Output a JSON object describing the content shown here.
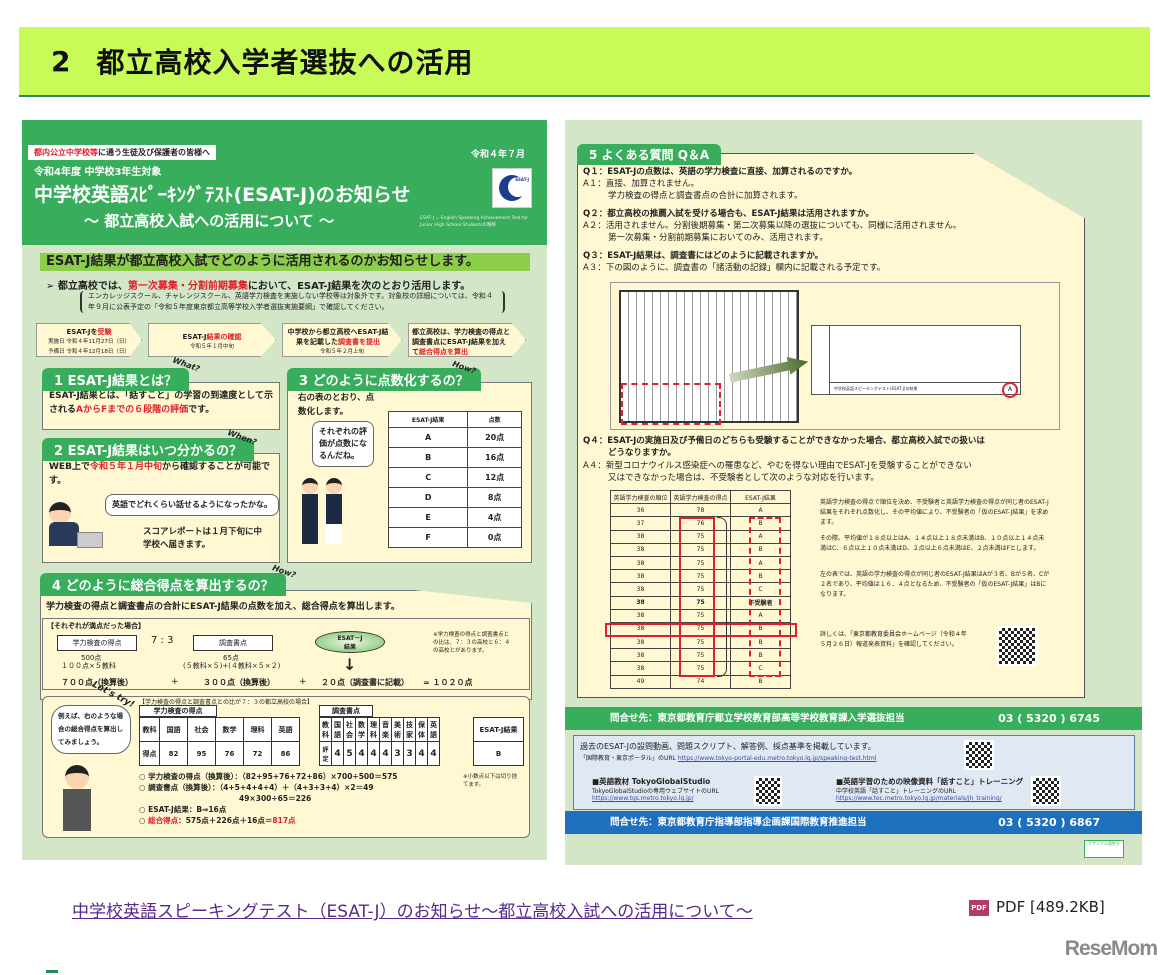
{
  "section": {
    "number": "2",
    "title": "都立高校入学者選抜への活用"
  },
  "left_page": {
    "audience_red": "都内公立中学校等",
    "audience_rest": "に通う生徒及び保護者の皆様へ",
    "date": "令和４年７月",
    "grade": "令和4年度 中学校3年生対象",
    "title": "中学校英語ｽﾋﾟｰｷﾝｸﾞﾃｽﾄ(ESAT-J)のお知らせ",
    "subtitle": "～ 都立高校入試への活用について ～",
    "logo_text": "ESAT-J",
    "english_note": "ESAT-J = English Speaking Achievement Test for Junior High School Studentsの略称",
    "banner": "ESAT-J結果が都立高校入試でどのように活用されるのかお知らせします。",
    "intro_pre": "➢ 都立高校では、",
    "intro_red": "第一次募集・分割前期募集",
    "intro_post": "において、ESAT-J結果を次のとおり活用します。",
    "note": "エンカレッジスクール、チャレンジスクール、英語学力検査を実施しない学校等は対象外です。対象校の詳細については、令和４年９月に公表予定の「令和５年度東京都立高等学校入学者選抜実施要綱」で確認してください。",
    "flow": [
      {
        "pre": "ESAT-Jを",
        "red": "受験",
        "line2": "実施日 令和４年11月27日（日）",
        "line3": "予備日 令和４年12月18日（日）"
      },
      {
        "pre": "ESAT-J",
        "red": "結果の確認",
        "line2": "令和５年１月中旬",
        "line3": ""
      },
      {
        "pre": "中学校から都立高校へESAT-J結果を記載した",
        "red": "調査書を提出",
        "line2": "令和５年２月上旬",
        "line3": ""
      },
      {
        "pre": "都立高校は、学力検査の得点と調査書点にESAT-J結果を加えて",
        "red": "総合得点を算出",
        "line2": "",
        "line3": ""
      }
    ],
    "q1": {
      "tab": "1 ESAT-J結果とは？",
      "tag": "What?",
      "text_pre": "ESAT-J結果とは、「話すこと」の学習の到達度として示される",
      "text_red": "AからFまでの６段階の評価",
      "text_post": "です。"
    },
    "q2": {
      "tab": "2 ESAT-J結果はいつ分かるの？",
      "tag": "When?",
      "text_pre": "WEB上で",
      "text_red": "令和５年１月中旬",
      "text_post": "から確認することが可能です。",
      "bubble": "英語でどれくらい話せるようになったかな。",
      "note": "スコアレポートは１月下旬に中学校へ届きます。"
    },
    "q3": {
      "tab": "3 どのように点数化するの？",
      "tag": "How?",
      "text": "右の表のとおり、点数化します。",
      "bubble": "それぞれの評価が点数になるんだね。",
      "table_headers": [
        "ESAT-J結果",
        "点数"
      ],
      "table_rows": [
        [
          "A",
          "20点"
        ],
        [
          "B",
          "16点"
        ],
        [
          "C",
          "12点"
        ],
        [
          "D",
          "8点"
        ],
        [
          "E",
          "4点"
        ],
        [
          "F",
          "0点"
        ]
      ]
    },
    "q4": {
      "tab": "4 どのように総合得点を算出するの？",
      "tag": "How?",
      "text": "学力検査の得点と調査書点の合計にESAT-J結果の点数を加え、総合得点を算出します。",
      "caption": "【それぞれが満点だった場合】",
      "box1": "学力検査の得点",
      "ratio": "7 : 3",
      "box2": "調査書点",
      "oval_l1": "ESAT－J",
      "oval_l2": "結果",
      "b1_pts": "500点",
      "b1_calc": "１００点×５教科",
      "b2_pts": "65点",
      "b2_calc": "(５教科×５)+(４教科×５×２)",
      "down": "↓",
      "result1": "７００点（換算後）",
      "plus": "+",
      "result2": "３００点（換算後）",
      "result3": "２０点（調査書に記載）",
      "total": "= １０２０点",
      "side_note": "※学力検査の得点と調査書点との比は、７：３の高校と６：４の高校とがあります。"
    },
    "try": {
      "tag": "Let's try!",
      "bubble": "例えば、右のような場合の総合得点を算出してみましょう。",
      "caption": "【学力検査の得点と調査書点との比が７：３の都立高校の場合】",
      "exam_label": "学力検査の得点",
      "report_label": "調査書点",
      "exam_headers": [
        "教科",
        "国語",
        "社会",
        "数学",
        "理科",
        "英語"
      ],
      "exam_scores": [
        "得点",
        "82",
        "95",
        "76",
        "72",
        "86"
      ],
      "report_headers": [
        "教科",
        "国語",
        "社会",
        "数学",
        "理科",
        "音楽",
        "美術",
        "技家",
        "保体",
        "英語"
      ],
      "report_scores": [
        "評定",
        "4",
        "5",
        "4",
        "4",
        "4",
        "3",
        "3",
        "4",
        "4"
      ],
      "esat_header": "ESAT-J結果",
      "esat_value": "B",
      "calc1": "○ 学力検査の得点（換算後）：（82+95+76+72+86）×700÷500＝575",
      "calc2": "○ 調査書点（換算後）：（4+5+4+4+4）＋（4+3+3+4）×2＝49",
      "calc2b": "49×300÷65＝226",
      "calc3": "○ ESAT-J結果：B⇒16点",
      "calc4_label": "○ ",
      "calc4_red": "総合得点",
      "calc4_mid": "：575点＋226点＋16点＝",
      "calc4_result": "817点",
      "footnote": "※小数点以下は切り捨てます。"
    }
  },
  "right_page": {
    "tab": "5 よくある質問 Q＆A",
    "qa": [
      {
        "q": "Q１：ESAT-Jの点数は、英語の学力検査に直接、加算されるのですか。",
        "a1": "A１：直接、加算されません。",
        "a2": "学力検査の得点と調査書点の合計に加算されます。"
      },
      {
        "q": "Q２：都立高校の推薦入試を受ける場合も、ESAT-J結果は活用されますか。",
        "a1": "A２：活用されません。分割後期募集・第二次募集以降の選抜についても、同様に活用されません。",
        "a2": "第一次募集・分割前期募集においてのみ、活用されます。"
      },
      {
        "q": "Q３：ESAT-J結果は、調査書にはどのように記載されますか。",
        "a1": "A３：下の図のように、調査書の「諸活動の記録」欄内に記載される予定です。",
        "a2": ""
      },
      {
        "q": "Q４：ESAT-Jの実施日及び予備日のどちらも受験することができなかった場合、都立高校入試での扱いは",
        "q2": "どうなりますか。",
        "a1": "A４：新型コロナウイルス感染症への罹患など、やむを得ない理由でESAT-Jを受験することができない",
        "a2": "又はできなかった場合は、不受験者として次のような対応を行います。"
      }
    ],
    "doc_footer": "中学校英語スピーキングテスト(ESAT-J)の結果",
    "doc_grade": "A",
    "rank_headers": [
      "英語学力検査の順位",
      "英語学力検査の得点",
      "ESAT-J結果"
    ],
    "rank_rows": [
      [
        "36",
        "78",
        "A"
      ],
      [
        "37",
        "76",
        "B"
      ],
      [
        "38",
        "75",
        "A"
      ],
      [
        "38",
        "75",
        "B"
      ],
      [
        "38",
        "75",
        "A"
      ],
      [
        "38",
        "75",
        "B"
      ],
      [
        "38",
        "75",
        "C"
      ],
      [
        "38",
        "75",
        "不受験者"
      ],
      [
        "38",
        "75",
        "A"
      ],
      [
        "38",
        "75",
        "B"
      ],
      [
        "38",
        "75",
        "B"
      ],
      [
        "38",
        "75",
        "B"
      ],
      [
        "38",
        "75",
        "C"
      ],
      [
        "49",
        "74",
        "B"
      ]
    ],
    "expl1": "英語学力検査の得点で順位を決め、不受験者と英語学力検査の得点が同じ者のESAT-J結果をそれぞれ点数化し、その平均値により、不受験者の「仮のESAT-J結果」を求めます。",
    "expl2": "その際、平均値が１８点以上はA、１４点以上１８点未満はB、１０点以上１４点未満はC、６点以上１０点未満はD、２点以上６点未満はE、２点未満はFとします。",
    "expl3": "左の表では、英語の学力検査の得点が同じ者のESAT-J結果はAが３名、Bが５名、Cが２名であり、平均値は１６．４点となるため、不受験者の「仮のESAT-J結果」はBになります。",
    "expl4": "詳しくは、「東京都教育委員会ホームページ（令和４年５月２６日）報道発表資料」を確認してください。",
    "contact1": {
      "label": "問合せ先：東京都教育庁都立学校教育部高等学校教育課入学選抜担当",
      "tel": "03 ( 5320 ) 6745",
      "color": "#38ad5c"
    },
    "resources": {
      "line1": "過去のESAT-Jの設問動画、問題スクリプト、解答例、採点基準を掲載しています。",
      "portal_label": "「国際教育・東京ポータル」のURL",
      "portal_url": "https://www.tokyo-portal-edu.metro.tokyo.lg.jp/speaking-test.html",
      "tgs_title": "■英語教材 TokyoGlobalStudio",
      "tgs_label": "TokyoGlobalStudioの専用ウェブサイトのURL",
      "tgs_url": "https://www.tgs.metro.tokyo.lg.jp/",
      "video_title": "■英語学習のための映像資料「話すこと」トレーニング",
      "video_label": "中学校英語「話すこと」トレーニングのURL",
      "video_url": "https://www.tec.metro.tokyo.lg.jp/materials/jh_training/"
    },
    "contact2": {
      "label": "問合せ先：東京都教育庁指導部指導企画課国際教育推進担当",
      "tel": "03 ( 5320 ) 6867",
      "color": "#1f6fbf"
    },
    "recycle": "リサイクル適性Ⓐ"
  },
  "attachment": {
    "link_text": "中学校英語スピーキングテスト（ESAT-J）のお知らせ～都立高校入試への活用について～",
    "icon": "PDF",
    "meta": "PDF [489.2KB]"
  },
  "brand": "ReseMom"
}
